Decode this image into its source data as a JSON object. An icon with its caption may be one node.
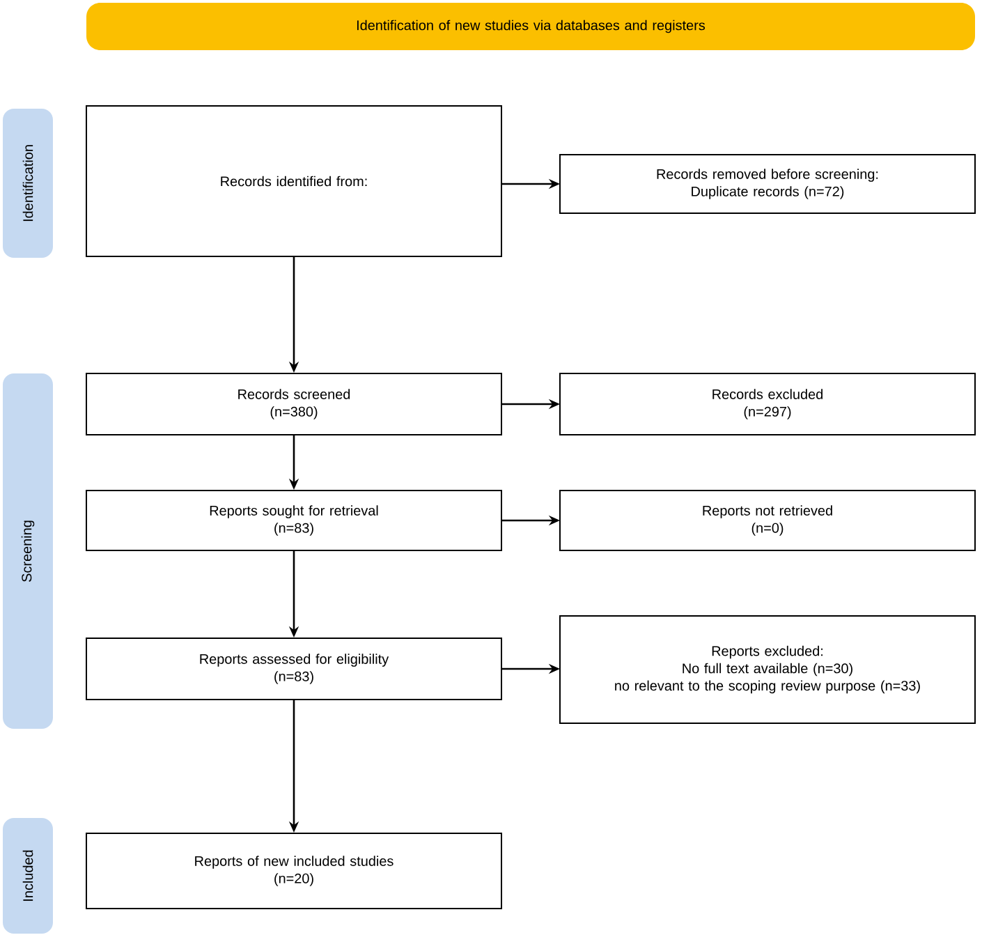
{
  "diagram": {
    "nodes": [
      {
        "text": [
          "Identification of new studies via databases and registers"
        ]
      },
      {
        "text": [
          "Identification"
        ]
      },
      {
        "text": [
          "Screening"
        ]
      },
      {
        "text": [
          "Included"
        ]
      },
      {
        "text": [
          "Records identified from:"
        ]
      },
      {
        "text": [
          "Records removed before screening:",
          "Duplicate records (n=72)"
        ]
      },
      {
        "text": [
          "Records screened",
          "(n=380)"
        ]
      },
      {
        "text": [
          "Records excluded",
          "(n=297)"
        ]
      },
      {
        "text": [
          "Reports sought for retrieval",
          "(n=83)"
        ]
      },
      {
        "text": [
          "Reports not retrieved",
          "(n=0)"
        ]
      },
      {
        "text": [
          "Reports assessed for eligibility",
          "(n=83)"
        ]
      },
      {
        "text": [
          "Reports excluded:",
          "No full text available (n=30)",
          "no relevant to the scoping review purpose (n=33)"
        ]
      },
      {
        "text": [
          "Reports of new included studies",
          "(n=20)"
        ]
      }
    ],
    "edges": [
      {
        "from": 4,
        "to": 5,
        "arrow": "to"
      },
      {
        "from": 4,
        "to": 6,
        "arrow": "to"
      },
      {
        "from": 6,
        "to": 7,
        "arrow": "to"
      },
      {
        "from": 6,
        "to": 8,
        "arrow": "to"
      },
      {
        "from": 8,
        "to": 9,
        "arrow": "to"
      },
      {
        "from": 8,
        "to": 10,
        "arrow": "to"
      },
      {
        "from": 10,
        "to": 11,
        "arrow": "to"
      },
      {
        "from": 10,
        "to": 12,
        "arrow": "to"
      }
    ]
  }
}
